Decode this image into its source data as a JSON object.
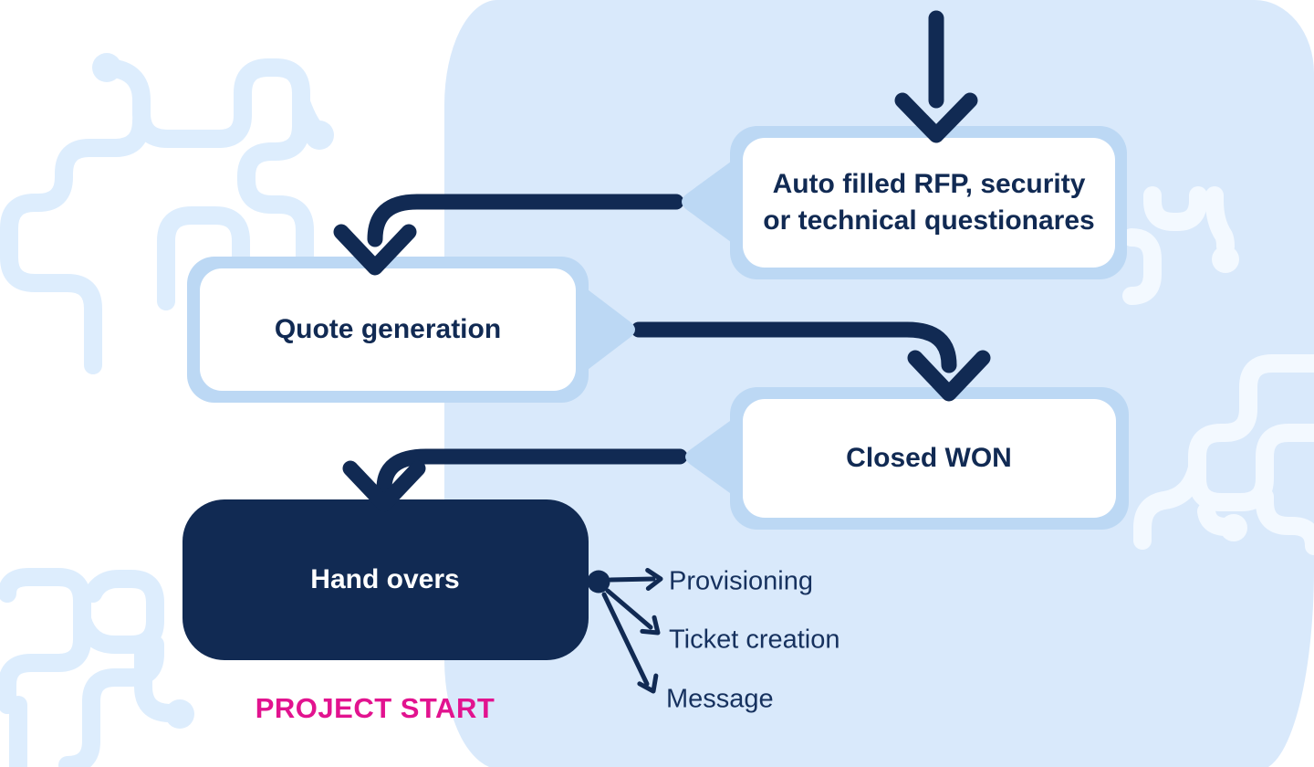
{
  "diagram": {
    "nodes": [
      {
        "id": "auto-filled-rfp",
        "label": "Auto filled RFP, security or technical questionares",
        "lines": [
          "Auto filled RFP, security",
          "or technical questionares"
        ]
      },
      {
        "id": "quote-generation",
        "label": "Quote generation"
      },
      {
        "id": "closed-won",
        "label": "Closed WON"
      },
      {
        "id": "hand-overs",
        "label": "Hand overs"
      }
    ],
    "outputs": [
      "Provisioning",
      "Ticket creation",
      "Message"
    ],
    "annotation": "PROJECT START"
  },
  "colors": {
    "navy": "#112A53",
    "panel_blue": "#D9E9FB",
    "box_border_blue": "#BCD8F4",
    "box_fill_white": "#FFFFFF",
    "magenta": "#E2138F",
    "deco_left_blue": "#DDEDFD",
    "deco_right_white": "#F3F9FF",
    "output_text": "#16315E"
  }
}
